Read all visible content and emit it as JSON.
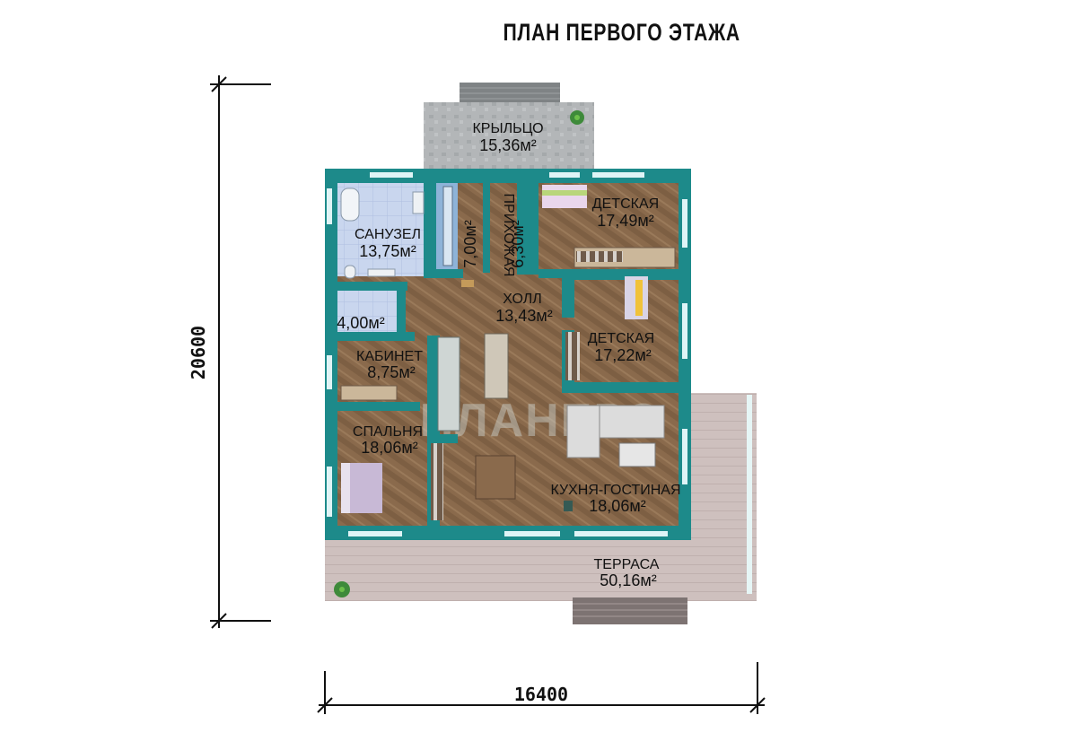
{
  "title": "ПЛАН ПЕРВОГО ЭТАЖА",
  "dimensions": {
    "height": "20600",
    "width": "16400"
  },
  "watermark": "ПЛАНЕРС",
  "colors": {
    "wall": "#1d8a8a",
    "floor_wood": "#8a6a4c",
    "tile": "#c7d5ec",
    "porch": "#b5b8ba",
    "terrace": "#cfc1bf",
    "window": "#dff4f6"
  },
  "rooms": {
    "porch": {
      "name": "КРЫЛЬЦО",
      "area": "15,36м²"
    },
    "bathroom": {
      "name": "САНУЗЕЛ",
      "area": "13,75м²"
    },
    "closet": {
      "area": "7,00м²"
    },
    "hallway": {
      "name": "ПРИХОЖАЯ",
      "area": "6,30м²"
    },
    "kids1": {
      "name": "ДЕТСКАЯ",
      "area": "17,49м²"
    },
    "hall": {
      "name": "ХОЛЛ",
      "area": "13,43м²"
    },
    "wc": {
      "area": "4,00м²"
    },
    "kids2": {
      "name": "ДЕТСКАЯ",
      "area": "17,22м²"
    },
    "office": {
      "name": "КАБИНЕТ",
      "area": "8,75м²"
    },
    "bedroom": {
      "name": "СПАЛЬНЯ",
      "area": "18,06м²"
    },
    "kitchen": {
      "name": "КУХНЯ-ГОСТИНАЯ",
      "area": "18,06м²"
    },
    "terrace": {
      "name": "ТЕРРАСА",
      "area": "50,16м²"
    }
  }
}
